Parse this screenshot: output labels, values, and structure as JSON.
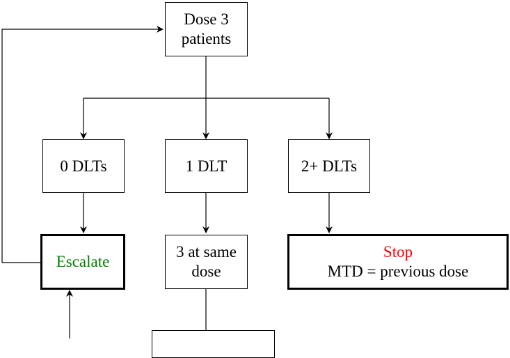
{
  "nodes": {
    "dose": {
      "lines": [
        "Dose 3",
        "patients"
      ]
    },
    "zero": {
      "lines": [
        "0 DLTs"
      ]
    },
    "one": {
      "lines": [
        "1 DLT"
      ]
    },
    "two": {
      "lines": [
        "2+ DLTs"
      ]
    },
    "escalate": {
      "lines": [
        "Escalate"
      ]
    },
    "same": {
      "lines": [
        "3 at same",
        "dose"
      ]
    },
    "stop": {
      "lines": [
        "Stop",
        "MTD = previous dose"
      ]
    }
  },
  "colors": {
    "escalate": "#008000",
    "stop": "#ff0000",
    "line": "#000000"
  }
}
